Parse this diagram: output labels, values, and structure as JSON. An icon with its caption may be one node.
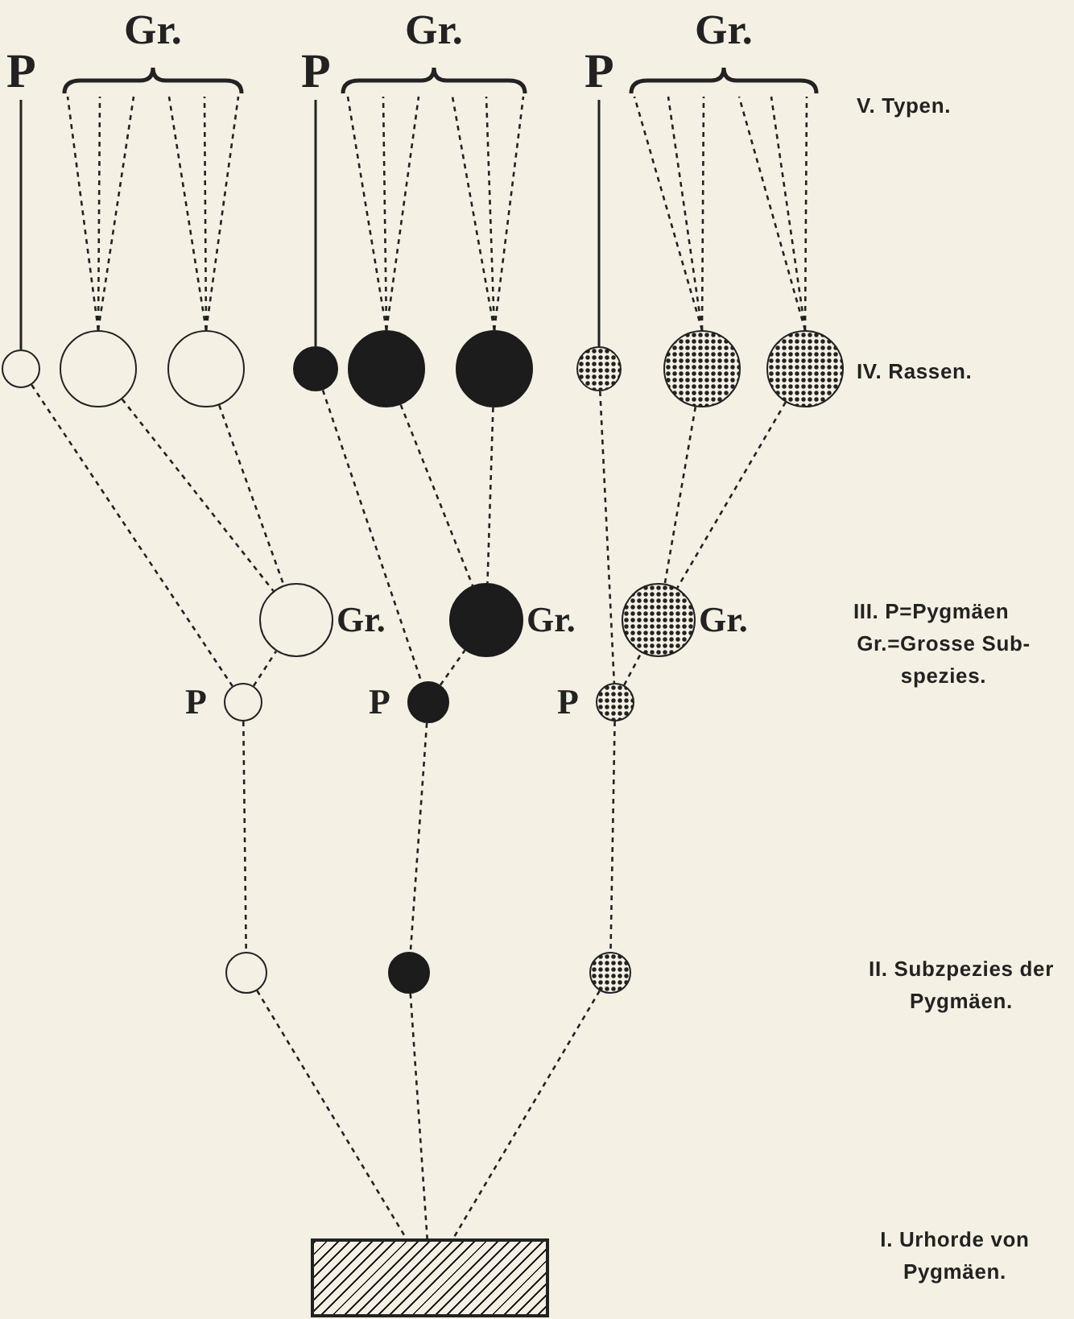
{
  "diagram": {
    "nodes": [
      {
        "text": [
          "P"
        ]
      },
      {
        "text": [
          "Gr."
        ]
      },
      {
        "text": [
          "P"
        ]
      },
      {
        "text": [
          "Gr."
        ]
      },
      {
        "text": [
          "P"
        ]
      },
      {
        "text": [
          "Gr."
        ]
      },
      {
        "text": [],
        "shape": "circle"
      },
      {
        "text": [],
        "shape": "circle"
      },
      {
        "text": [],
        "shape": "circle"
      },
      {
        "text": [],
        "shape": "circle"
      },
      {
        "text": [],
        "shape": "circle"
      },
      {
        "text": [],
        "shape": "circle"
      },
      {
        "text": [],
        "shape": "circle"
      },
      {
        "text": [],
        "shape": "circle"
      },
      {
        "text": [],
        "shape": "circle"
      },
      {
        "text": [],
        "shape": "circle",
        "beside": [
          "Gr."
        ]
      },
      {
        "text": [],
        "shape": "circle",
        "beside": [
          "Gr."
        ]
      },
      {
        "text": [],
        "shape": "circle",
        "beside": [
          "Gr."
        ]
      },
      {
        "text": [],
        "shape": "circle",
        "beside": [
          "P"
        ]
      },
      {
        "text": [],
        "shape": "circle",
        "beside": [
          "P"
        ]
      },
      {
        "text": [],
        "shape": "circle",
        "beside": [
          "P"
        ]
      },
      {
        "text": [],
        "shape": "circle"
      },
      {
        "text": [],
        "shape": "circle"
      },
      {
        "text": [],
        "shape": "circle"
      },
      {
        "text": [],
        "shape": "box"
      }
    ],
    "edges": [
      {
        "from": 0,
        "to": 6,
        "arrow": "none"
      },
      {
        "from": 2,
        "to": 9,
        "arrow": "none"
      },
      {
        "from": 4,
        "to": 12,
        "arrow": "none"
      },
      {
        "from": 7,
        "to": 1,
        "arrow": "none",
        "style": "dashed"
      },
      {
        "from": 7,
        "to": 1,
        "arrow": "none",
        "style": "dashed"
      },
      {
        "from": 7,
        "to": 1,
        "arrow": "none",
        "style": "dashed"
      },
      {
        "from": 8,
        "to": 1,
        "arrow": "none",
        "style": "dashed"
      },
      {
        "from": 8,
        "to": 1,
        "arrow": "none",
        "style": "dashed"
      },
      {
        "from": 8,
        "to": 1,
        "arrow": "none",
        "style": "dashed"
      },
      {
        "from": 10,
        "to": 3,
        "arrow": "none",
        "style": "dashed"
      },
      {
        "from": 10,
        "to": 3,
        "arrow": "none",
        "style": "dashed"
      },
      {
        "from": 10,
        "to": 3,
        "arrow": "none",
        "style": "dashed"
      },
      {
        "from": 11,
        "to": 3,
        "arrow": "none",
        "style": "dashed"
      },
      {
        "from": 11,
        "to": 3,
        "arrow": "none",
        "style": "dashed"
      },
      {
        "from": 11,
        "to": 3,
        "arrow": "none",
        "style": "dashed"
      },
      {
        "from": 13,
        "to": 5,
        "arrow": "none",
        "style": "dashed"
      },
      {
        "from": 13,
        "to": 5,
        "arrow": "none",
        "style": "dashed"
      },
      {
        "from": 13,
        "to": 5,
        "arrow": "none",
        "style": "dashed"
      },
      {
        "from": 14,
        "to": 5,
        "arrow": "none",
        "style": "dashed"
      },
      {
        "from": 14,
        "to": 5,
        "arrow": "none",
        "style": "dashed"
      },
      {
        "from": 14,
        "to": 5,
        "arrow": "none",
        "style": "dashed"
      },
      {
        "from": 6,
        "to": 18,
        "arrow": "none",
        "style": "dashed"
      },
      {
        "from": 7,
        "to": 15,
        "arrow": "none",
        "style": "dashed"
      },
      {
        "from": 8,
        "to": 15,
        "arrow": "none",
        "style": "dashed"
      },
      {
        "from": 9,
        "to": 19,
        "arrow": "none",
        "style": "dashed"
      },
      {
        "from": 10,
        "to": 16,
        "arrow": "none",
        "style": "dashed"
      },
      {
        "from": 11,
        "to": 16,
        "arrow": "none",
        "style": "dashed"
      },
      {
        "from": 12,
        "to": 20,
        "arrow": "none",
        "style": "dashed"
      },
      {
        "from": 13,
        "to": 17,
        "arrow": "none",
        "style": "dashed"
      },
      {
        "from": 14,
        "to": 17,
        "arrow": "none",
        "style": "dashed"
      },
      {
        "from": 18,
        "to": 15,
        "arrow": "none",
        "style": "dashed"
      },
      {
        "from": 19,
        "to": 16,
        "arrow": "none",
        "style": "dashed"
      },
      {
        "from": 20,
        "to": 17,
        "arrow": "none",
        "style": "dashed"
      },
      {
        "from": 18,
        "to": 21,
        "arrow": "none",
        "style": "dashed"
      },
      {
        "from": 19,
        "to": 22,
        "arrow": "none",
        "style": "dashed"
      },
      {
        "from": 20,
        "to": 23,
        "arrow": "none",
        "style": "dashed"
      },
      {
        "from": 21,
        "to": 24,
        "arrow": "none",
        "style": "dashed"
      },
      {
        "from": 22,
        "to": 24,
        "arrow": "none",
        "style": "dashed"
      },
      {
        "from": 23,
        "to": 24,
        "arrow": "none",
        "style": "dashed"
      }
    ],
    "labels": [
      "V. Typen.",
      "IV. Rassen.",
      "III. P=Pygmäen",
      "Gr.=Grosse Sub-spezies.",
      "II. Subzpezies der Pygmäen.",
      "I. Urhorde von Pygmäen."
    ]
  }
}
